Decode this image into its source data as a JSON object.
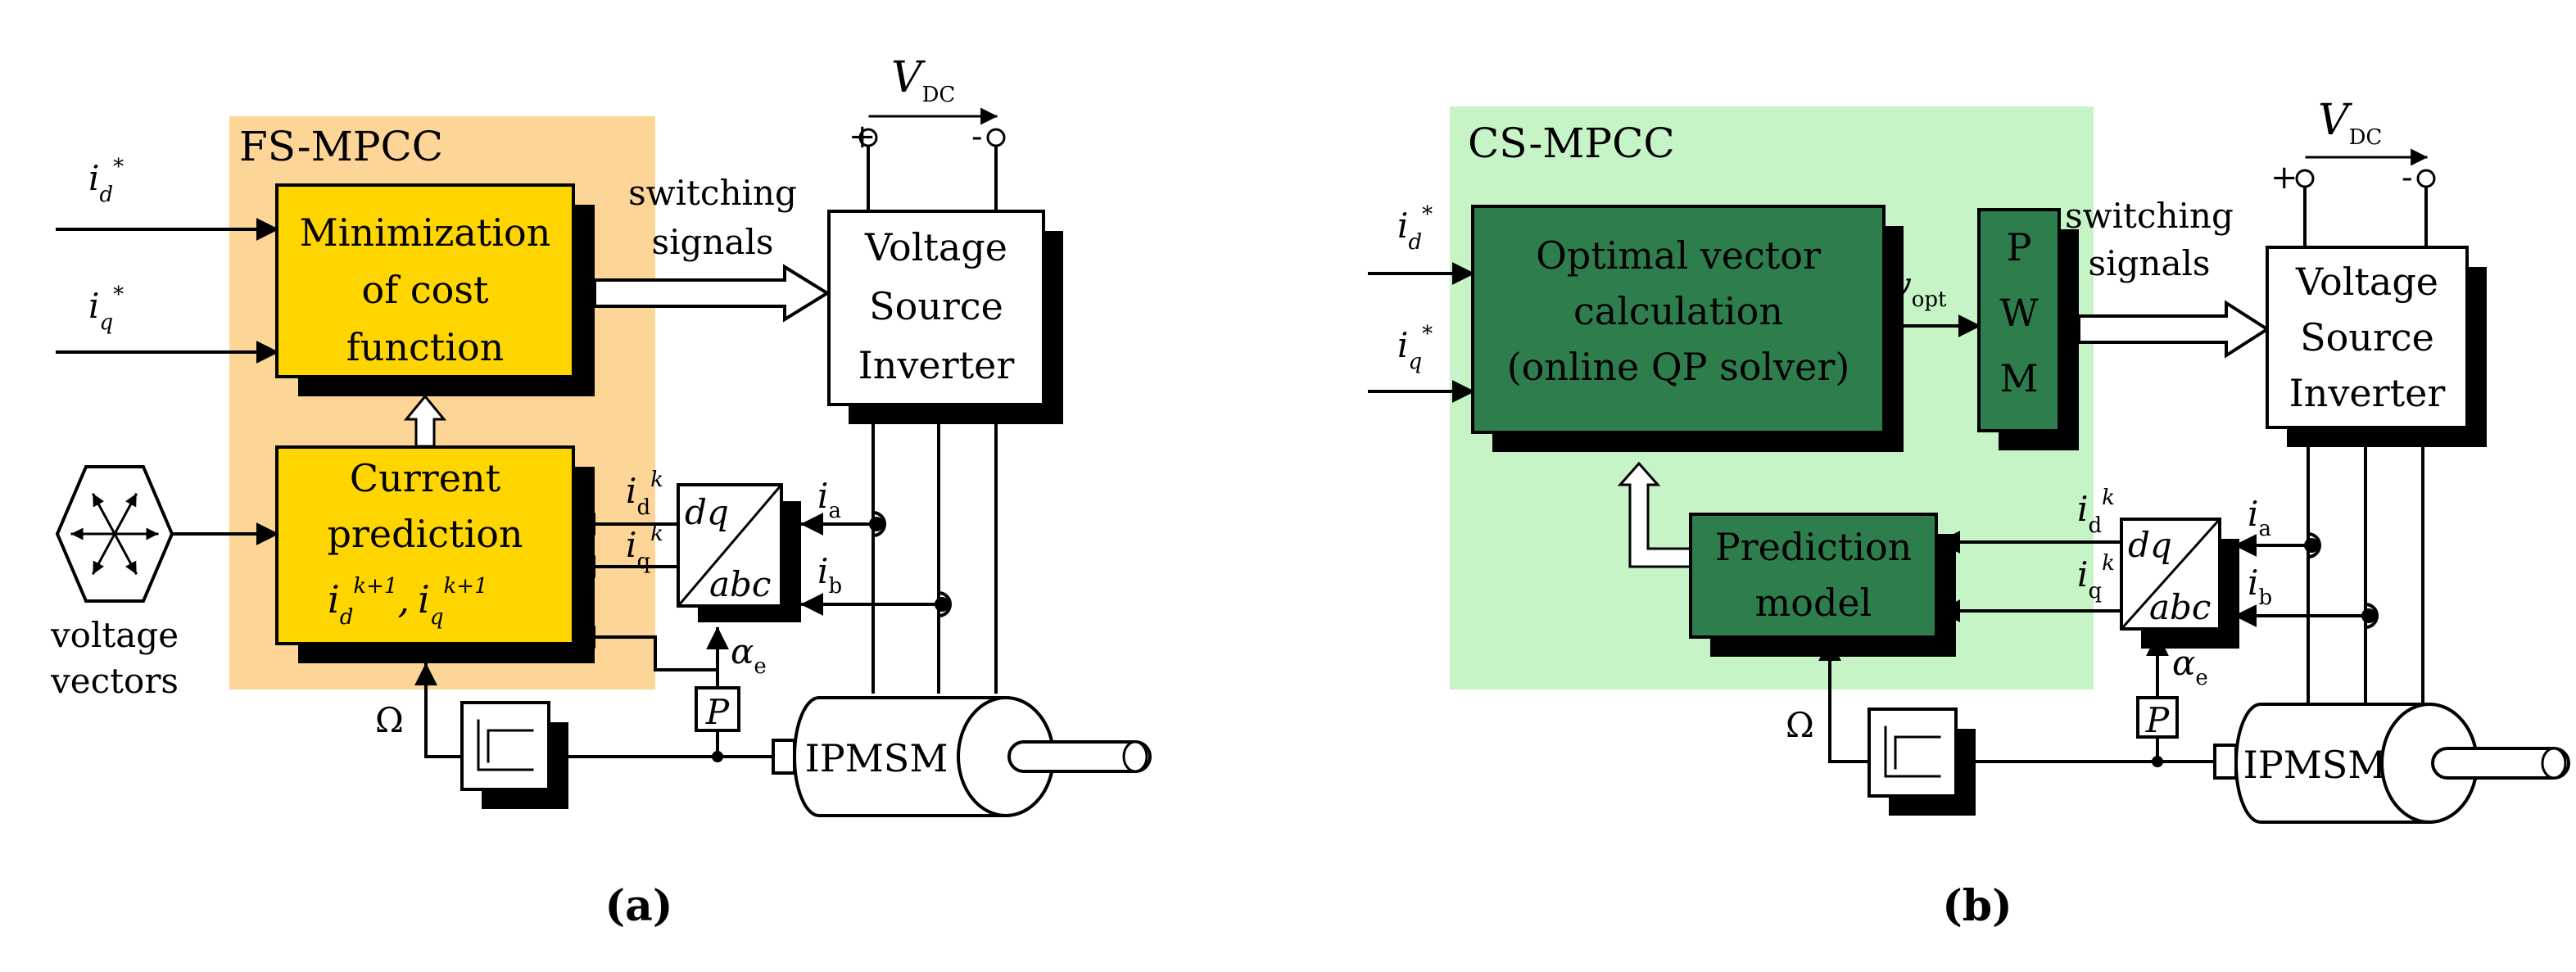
{
  "colors": {
    "fs_panel": "#fdd596",
    "cs_panel": "#c7f4c7",
    "fs_block": "#ffd500",
    "cs_block": "#2e7d4d",
    "shadow": "#000000",
    "line": "#000000"
  },
  "icons": {
    "voltage_vectors": "hexagon-star-icon",
    "speed_estimator": "step-response-icon",
    "motor": "motor-cylinder-icon"
  },
  "a": {
    "panel_title": "FS-MPCC",
    "input_d_base": "i",
    "input_d_sub": "d",
    "input_d_sup": "*",
    "input_q_base": "i",
    "input_q_sub": "q",
    "input_q_sup": "*",
    "min_line1": "Minimization",
    "min_line2": "of cost",
    "min_line3": "function",
    "pred_line1": "Current",
    "pred_line2": "prediction",
    "pred_formula_base": "i",
    "pred_formula_sub_d": "d",
    "pred_formula_sup": "k+1",
    "pred_formula_sep": ",",
    "pred_formula_sub_q": "q",
    "vv_line1": "voltage",
    "vv_line2": "vectors",
    "switch_line1": "switching",
    "switch_line2": "signals",
    "vsi_line1": "Voltage",
    "vsi_line2": "Source",
    "vsi_line3": "Inverter",
    "vdc_base": "V",
    "vdc_sub": "DC",
    "plus": "+",
    "minus": "-",
    "fb_d_base": "i",
    "fb_d_sub": "d",
    "fb_d_sup": "k",
    "fb_q_base": "i",
    "fb_q_sub": "q",
    "fb_q_sup": "k",
    "dq_top": "dq",
    "dq_bottom": "abc",
    "ia_base": "i",
    "ia_sub": "a",
    "ib_base": "i",
    "ib_sub": "b",
    "alpha_base": "α",
    "alpha_sub": "e",
    "p_label": "P",
    "omega": "Ω",
    "motor_label": "IPMSM",
    "caption": "(a)"
  },
  "b": {
    "panel_title": "CS-MPCC",
    "input_d_base": "i",
    "input_d_sub": "d",
    "input_d_sup": "*",
    "input_q_base": "i",
    "input_q_sub": "q",
    "input_q_sup": "*",
    "opt_line1": "Optimal vector",
    "opt_line2": "calculation",
    "opt_line3": "(online QP solver)",
    "vopt_base": "v",
    "vopt_sub": "opt",
    "pwm_p": "P",
    "pwm_w": "W",
    "pwm_m": "M",
    "pred_line1": "Prediction",
    "pred_line2": "model",
    "switch_line1": "switching",
    "switch_line2": "signals",
    "vsi_line1": "Voltage",
    "vsi_line2": "Source",
    "vsi_line3": "Inverter",
    "vdc_base": "V",
    "vdc_sub": "DC",
    "plus": "+",
    "minus": "-",
    "fb_d_base": "i",
    "fb_d_sub": "d",
    "fb_d_sup": "k",
    "fb_q_base": "i",
    "fb_q_sub": "q",
    "fb_q_sup": "k",
    "dq_top": "dq",
    "dq_bottom": "abc",
    "ia_base": "i",
    "ia_sub": "a",
    "ib_base": "i",
    "ib_sub": "b",
    "alpha_base": "α",
    "alpha_sub": "e",
    "p_label": "P",
    "omega": "Ω",
    "motor_label": "IPMSM",
    "caption": "(b)"
  }
}
